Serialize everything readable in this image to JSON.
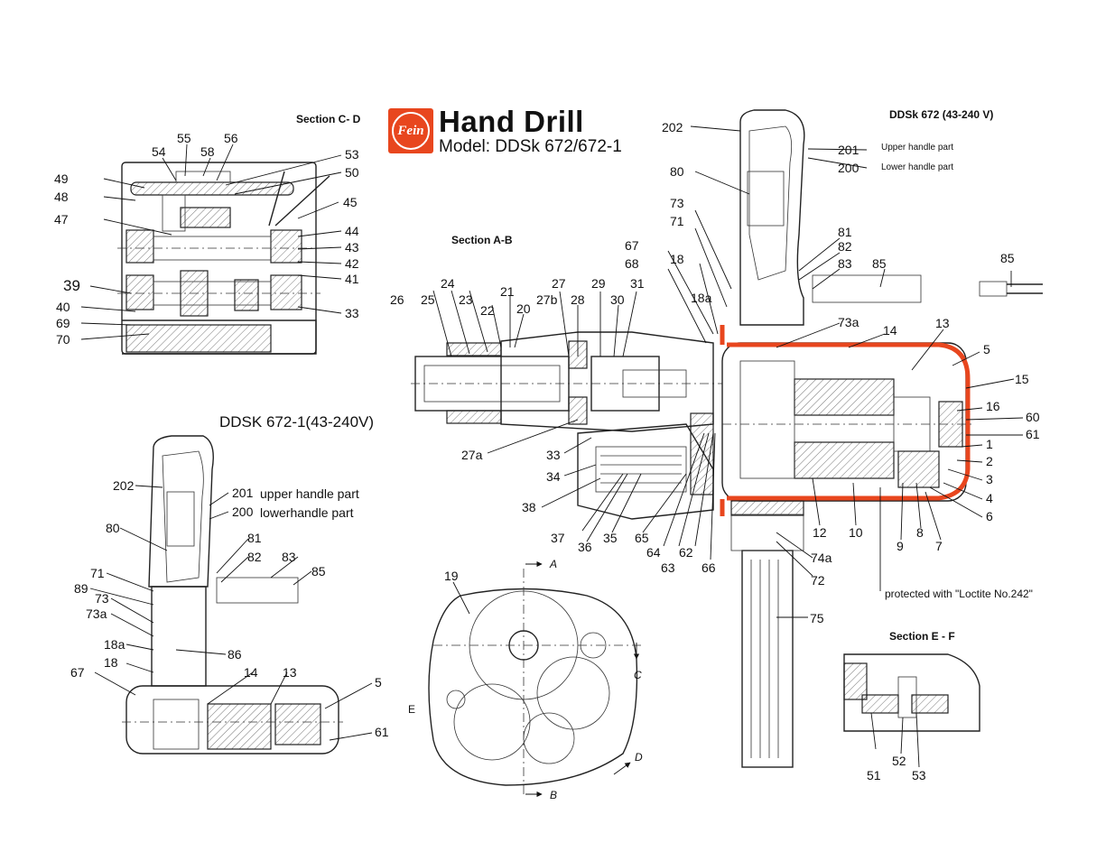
{
  "title": "Hand Drill",
  "model": "Model: DDSk 672/672-1",
  "logo_text": "Fein",
  "headers": {
    "section_cd": "Section C- D",
    "section_ab": "Section A-B",
    "section_ef": "Section E - F",
    "ddsk_672": "DDSk 672 (43-240 V)",
    "ddsk_672_1": "DDSK 672-1(43-240V)"
  },
  "notes": {
    "upper_handle_small": "Upper handle part",
    "lower_handle_small": "Lower handle part",
    "upper_handle_large": "upper handle part",
    "lower_handle_large": "lowerhandle part",
    "loctite": "protected with \"Loctite No.242\""
  },
  "section_markers": {
    "a": "A",
    "b": "B",
    "c": "C",
    "d": "D",
    "e": "E"
  },
  "parts": {
    "p1": "1",
    "p2": "2",
    "p3": "3",
    "p4": "4",
    "p5": "5",
    "p6": "6",
    "p7": "7",
    "p8": "8",
    "p9": "9",
    "p10": "10",
    "p12": "12",
    "p13": "13",
    "p14": "14",
    "p15": "15",
    "p16": "16",
    "p18": "18",
    "p18a": "18a",
    "p19": "19",
    "p20": "20",
    "p21": "21",
    "p22": "22",
    "p23": "23",
    "p24": "24",
    "p25": "25",
    "p26": "26",
    "p27": "27",
    "p27a": "27a",
    "p27b": "27b",
    "p28": "28",
    "p29": "29",
    "p30": "30",
    "p31": "31",
    "p33": "33",
    "p34": "34",
    "p35": "35",
    "p36": "36",
    "p37": "37",
    "p38": "38",
    "p39": "39",
    "p40": "40",
    "p41": "41",
    "p42": "42",
    "p43": "43",
    "p44": "44",
    "p45": "45",
    "p47": "47",
    "p48": "48",
    "p49": "49",
    "p50": "50",
    "p51": "51",
    "p52": "52",
    "p53": "53",
    "p54": "54",
    "p55": "55",
    "p56": "56",
    "p58": "58",
    "p60": "60",
    "p61": "61",
    "p62": "62",
    "p63": "63",
    "p64": "64",
    "p65": "65",
    "p66": "66",
    "p67": "67",
    "p68": "68",
    "p69": "69",
    "p70": "70",
    "p71": "71",
    "p72": "72",
    "p73": "73",
    "p73a": "73a",
    "p74a": "74a",
    "p75": "75",
    "p80": "80",
    "p81": "81",
    "p82": "82",
    "p83": "83",
    "p85": "85",
    "p86": "86",
    "p89": "89",
    "p200": "200",
    "p201": "201",
    "p202": "202"
  },
  "colors": {
    "accent": "#e8461e",
    "ink": "#222222",
    "background": "#ffffff"
  }
}
